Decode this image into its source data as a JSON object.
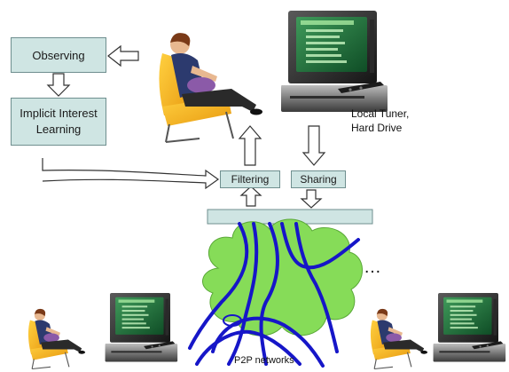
{
  "boxes": {
    "observing": "Observing",
    "learning_line1": "Implicit Interest",
    "learning_line2": "Learning",
    "filtering": "Filtering",
    "sharing": "Sharing"
  },
  "labels": {
    "local_line1": "Local Tuner,",
    "local_line2": "Hard Drive",
    "ellipsis": "…",
    "p2p": "P2P networks"
  },
  "colors": {
    "box_fill": "#cfe5e3",
    "cloud": "#86dc58",
    "cable": "#1616c8",
    "bar": "#cfe5e3"
  },
  "icons": [
    "person-in-armchair-icon",
    "tv-set-icon",
    "set-top-box-icon",
    "remote-control-icon"
  ]
}
